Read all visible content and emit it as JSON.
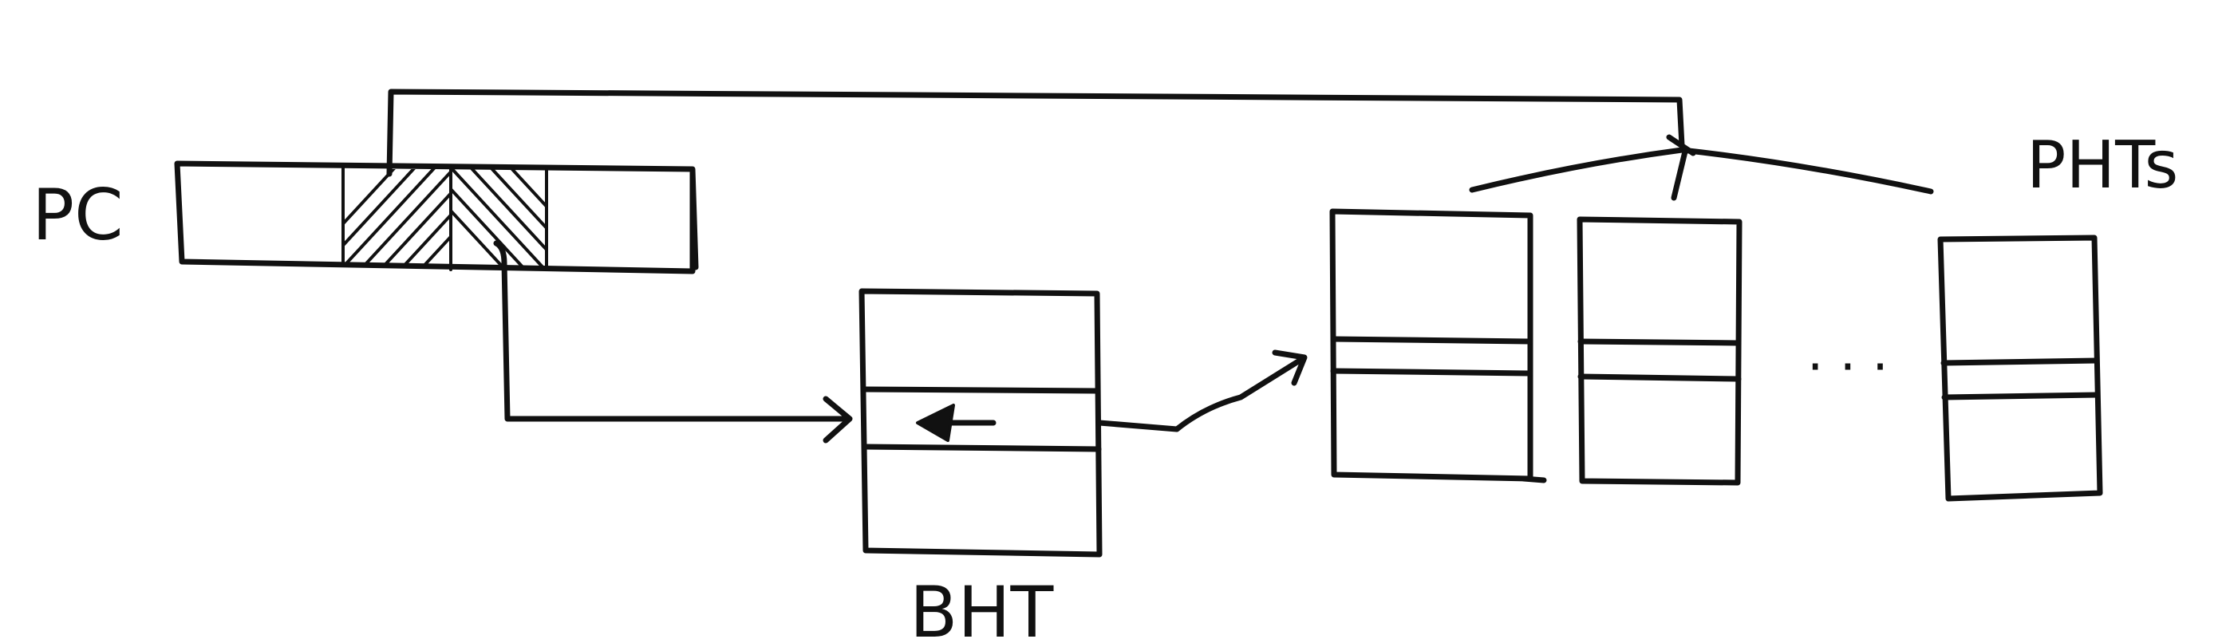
{
  "labels": {
    "pc": "PC",
    "bht": "BHT",
    "phts": "PHTs",
    "ellipsis": "· · ·"
  },
  "colors": {
    "ink": "#111111",
    "paper": "#ffffff"
  }
}
